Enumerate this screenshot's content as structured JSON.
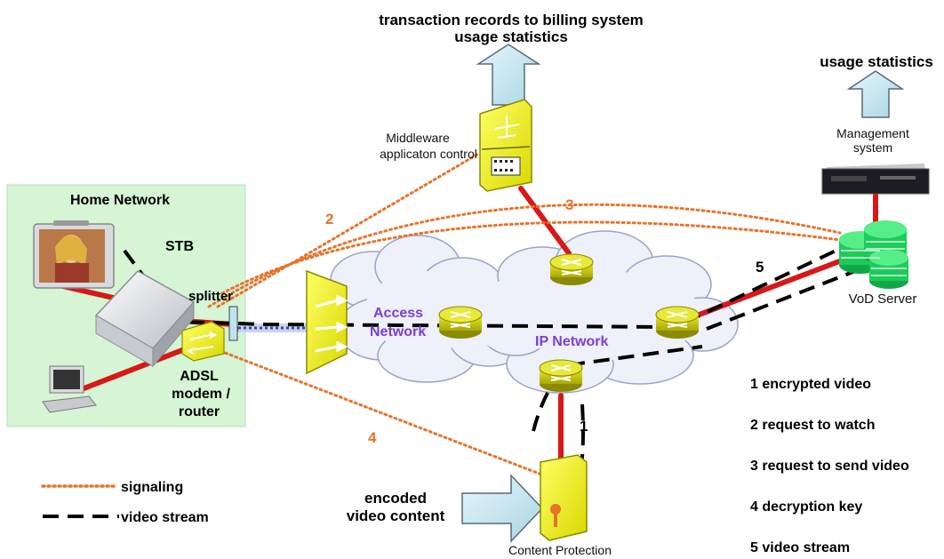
{
  "top_title": {
    "line1": "transaction records to billing system",
    "line2": "usage statistics"
  },
  "usage_statistics": "usage statistics",
  "home_network": {
    "title": "Home Network",
    "stb": "STB",
    "splitter": "splitter",
    "adsl_line1": "ADSL",
    "adsl_line2": "modem /",
    "adsl_line3": "router"
  },
  "middleware": {
    "line1": "Middleware",
    "line2": "applicaton control"
  },
  "management": {
    "line1": "Management",
    "line2": "system"
  },
  "vod_server": "VoD Server",
  "access_network": {
    "line1": "Access",
    "line2": "Network"
  },
  "ip_network": "IP Network",
  "content_protection": "Content Protection",
  "encoded_video": {
    "line1": "encoded",
    "line2": "video content"
  },
  "path_labels": {
    "n1": "1",
    "n2": "2",
    "n3": "3",
    "n4": "4",
    "n5": "5"
  },
  "legend": {
    "signaling": "signaling",
    "video_stream": "video stream"
  },
  "steps": [
    "1 encrypted video",
    "2 request to watch",
    "3 request to send video",
    "4 decryption key",
    "5 video stream"
  ],
  "colors": {
    "home_bg": "#d5f5d5",
    "signaling": "#e8732c",
    "link_red": "#d81818",
    "stream": "#000000",
    "device_yellow": "#ffff33",
    "cloud": "#e8ecf8",
    "router_fill": "#cdcd18",
    "arrow_fill": "#bfe4ee",
    "network_purple": "#7a3fd6",
    "vod_green": "#1ccc5a"
  }
}
